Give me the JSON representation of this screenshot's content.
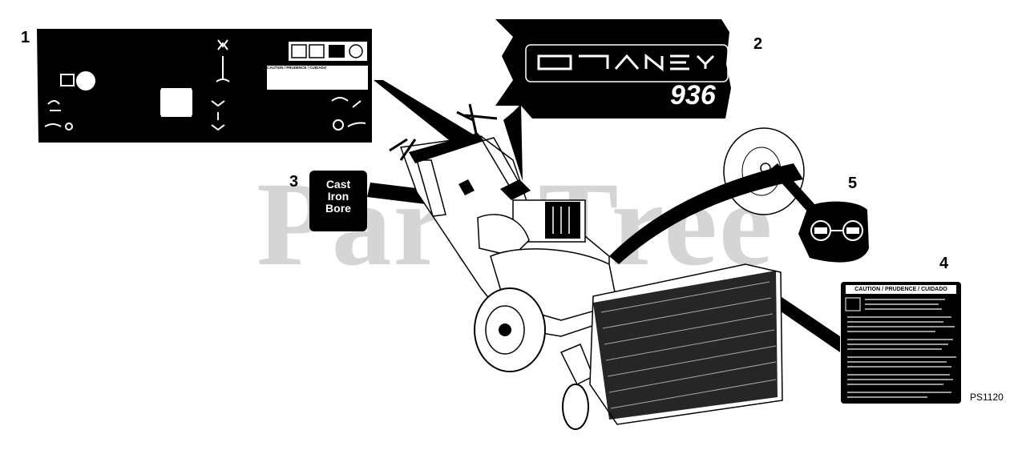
{
  "callouts": {
    "c1": "1",
    "c2": "2",
    "c3": "3",
    "c4": "4",
    "c5": "5"
  },
  "watermark": "PartsTree",
  "decal3": {
    "line1": "Cast",
    "line2": "Iron",
    "line3": "Bore"
  },
  "decal2": {
    "model_number": "936"
  },
  "decal4": {
    "header": "CAUTION / PRUDENCE / CUIDADO"
  },
  "decal1": {
    "warning_header": "CAUTION / PRUDENCE / CUIDADO"
  },
  "diagram_code": "PS1120",
  "icons": [
    "control-panel-decal",
    "brand-decal",
    "engine-decal",
    "caution-decal",
    "tire-pressure-decal",
    "power-brush-machine"
  ]
}
